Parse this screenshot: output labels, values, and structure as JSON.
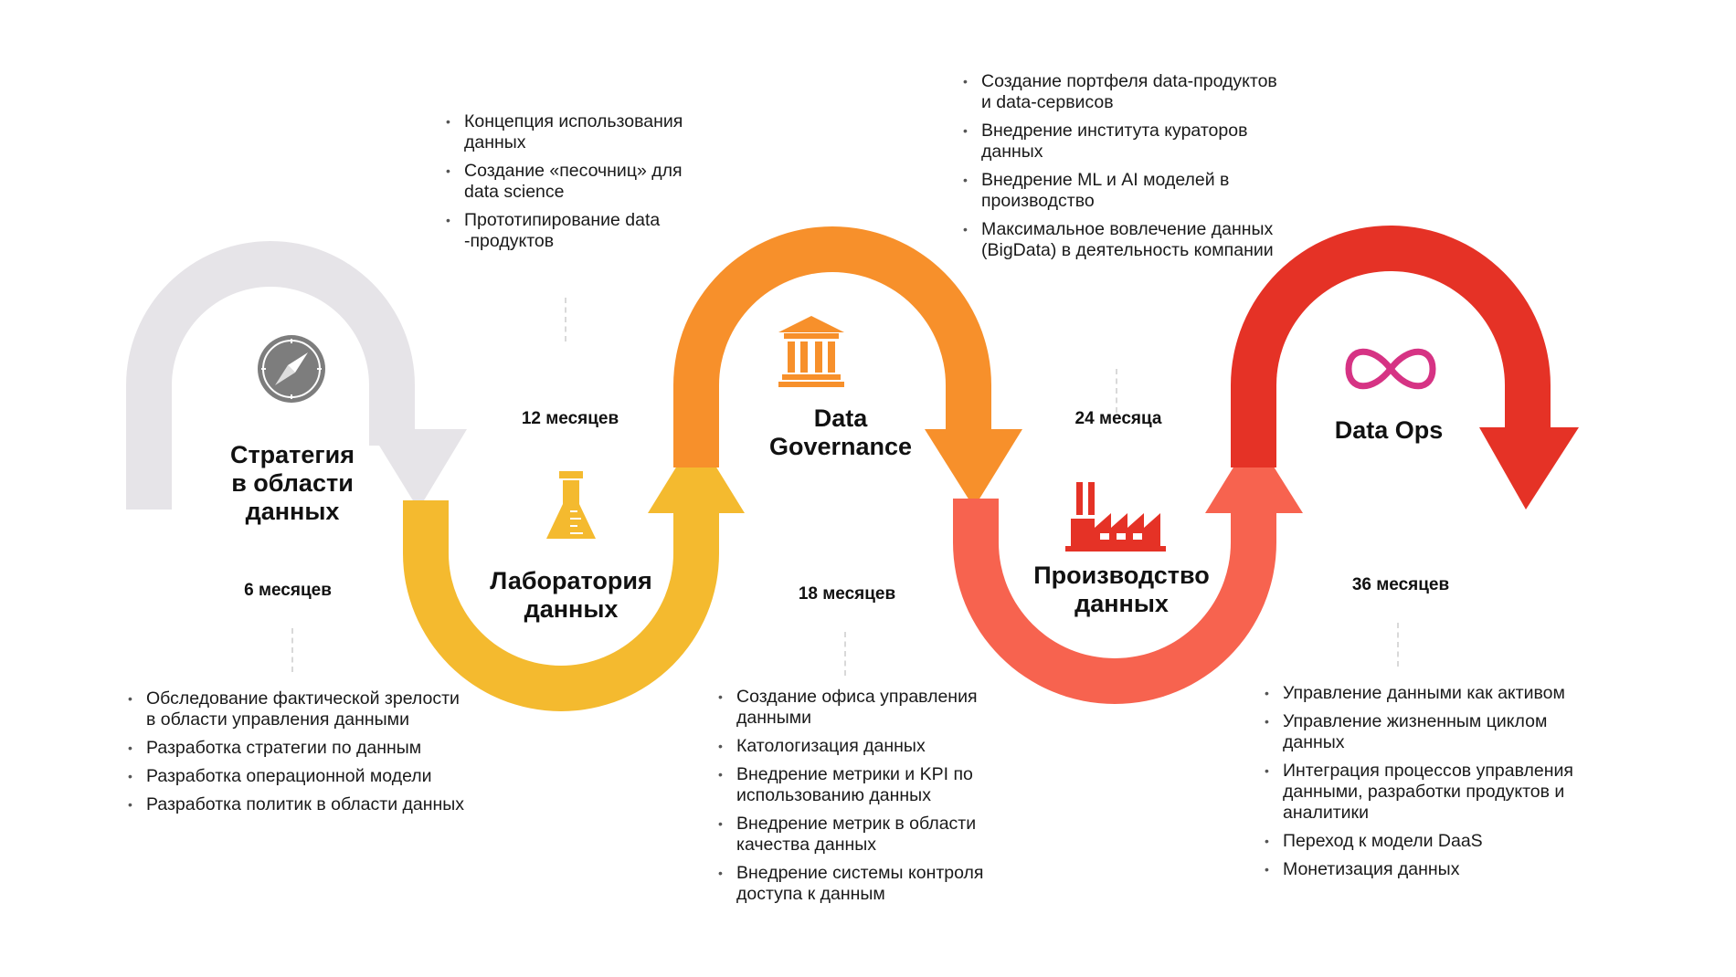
{
  "colors": {
    "stage1": "#e6e4e8",
    "stage2": "#f4ba2f",
    "stage3": "#f7902b",
    "stage4": "#f7634f",
    "stage5": "#e53226",
    "compass": "#7d7d7d",
    "flask": "#f4ba2f",
    "building": "#f7902b",
    "factory": "#e53226",
    "infinity": "#d63384"
  },
  "stages": [
    {
      "title": "Стратегия\nв области\nданных",
      "icon": "compass-icon",
      "period": "6 месяцев",
      "bullets": [
        "Обследование фактической зрелости\nв области управления данными",
        "Разработка стратегии по данным",
        "Разработка операционной модели",
        "Разработка политик в области данных"
      ]
    },
    {
      "title": "Лаборатория\nданных",
      "icon": "flask-icon",
      "period": "12 месяцев",
      "bullets": [
        "Концепция использования\nданных",
        "Создание «песочниц» для\ndata science",
        "Прототипирование data\n-продуктов"
      ]
    },
    {
      "title": "Data\nGovernance",
      "icon": "government-building-icon",
      "period": "18 месяцев",
      "bullets": [
        "Создание офиса управления\nданными",
        "Катологизация данных",
        "Внедрение метрики и KPI по\n использованию данных",
        "Внедрение метрик в области\nкачества данных",
        "Внедрение системы контроля\nдоступа к данным"
      ]
    },
    {
      "title": "Производство\nданных",
      "icon": "factory-icon",
      "period": "24 месяца",
      "bullets": [
        "Создание портфеля data-продуктов\nи data-сервисов",
        "Внедрение института кураторов\nданных",
        "Внедрение ML и AI моделей в\nпроизводство",
        "Максимальное вовлечение данных\n(BigData) в деятельность компании"
      ]
    },
    {
      "title": "Data Ops",
      "icon": "infinity-icon",
      "period": "36 месяцев",
      "bullets": [
        "Управление данными как активом",
        "Управление жизненным циклом\nданных",
        "Интеграция процессов управления\nданными, разработки продуктов и\nаналитики",
        "Переход к модели DaaS",
        "Монетизация данных"
      ]
    }
  ]
}
